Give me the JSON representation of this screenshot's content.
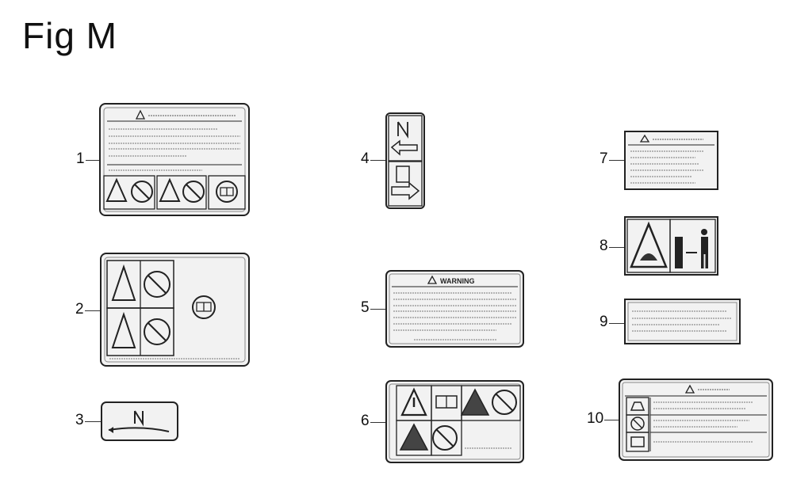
{
  "figure": {
    "title": "Fig M"
  },
  "decals": [
    {
      "callout": "1"
    },
    {
      "callout": "2"
    },
    {
      "callout": "3"
    },
    {
      "callout": "4"
    },
    {
      "callout": "5",
      "header": "WARNING"
    },
    {
      "callout": "6"
    },
    {
      "callout": "7"
    },
    {
      "callout": "8"
    },
    {
      "callout": "9"
    },
    {
      "callout": "10"
    }
  ]
}
